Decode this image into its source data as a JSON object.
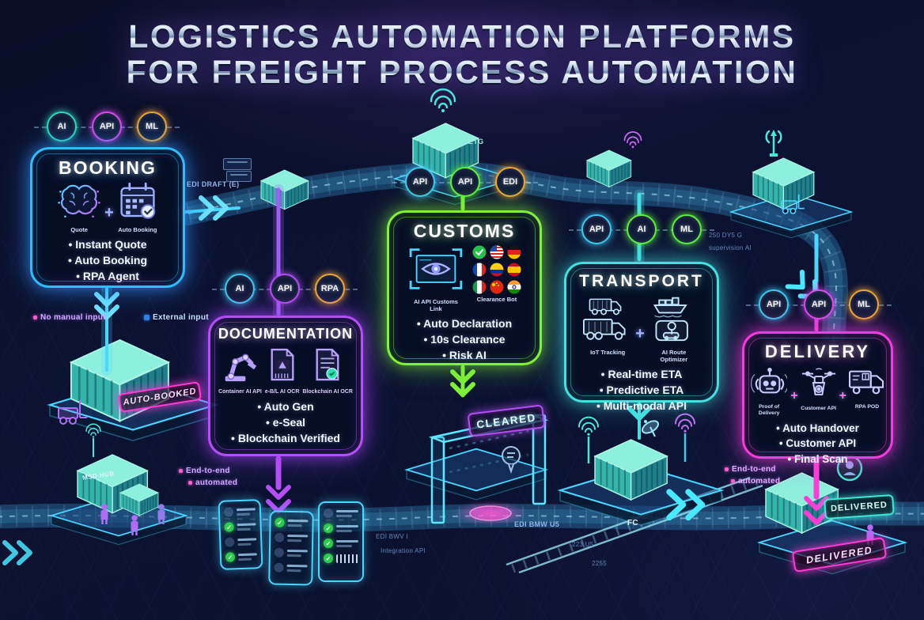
{
  "title": {
    "line1": "LOGISTICS AUTOMATION PLATFORMS",
    "line2": "FOR FREIGHT PROCESS AUTOMATION"
  },
  "glyphs": {
    "plus": "+"
  },
  "stages": [
    {
      "name": "booking",
      "title": "BOOKING",
      "accent": "#33bbf8",
      "badges": [
        {
          "label": "AI",
          "color": "#2ed9c0"
        },
        {
          "label": "API",
          "color": "#d94cf0"
        },
        {
          "label": "ML",
          "color": "#f0a635"
        }
      ],
      "features": [
        {
          "icon": "ai-brain",
          "label": "Quote"
        },
        {
          "icon": "calendar-check",
          "label": "Auto Booking"
        }
      ],
      "bullets": [
        "Instant Quote",
        "Auto Booking",
        "RPA Agent"
      ]
    },
    {
      "name": "documentation",
      "title": "DOCUMENTATION",
      "accent": "#b44ff5",
      "badges": [
        {
          "label": "AI",
          "color": "#3fc9f0"
        },
        {
          "label": "API",
          "color": "#b44ff5"
        },
        {
          "label": "RPA",
          "color": "#f0a635"
        }
      ],
      "features": [
        {
          "icon": "robot-arm",
          "label": "Container AI API"
        },
        {
          "icon": "doc-ebl",
          "label": "e-B/L AI OCR"
        },
        {
          "icon": "doc-seal",
          "label": "Blockchain AI OCR"
        }
      ],
      "bullets": [
        "Auto Gen",
        "e-Seal",
        "Blockchain Verified"
      ]
    },
    {
      "name": "customs",
      "title": "CUSTOMS",
      "accent": "#84f03c",
      "badges": [
        {
          "label": "API",
          "color": "#3fc9f0"
        },
        {
          "label": "API",
          "color": "#5ef03e"
        },
        {
          "label": "EDI",
          "color": "#f0a635"
        }
      ],
      "features": [
        {
          "icon": "eye-scan",
          "label": "AI API Customs Link"
        },
        {
          "icon": "flag-grid",
          "label": "Clearance Bot"
        }
      ],
      "bullets": [
        "Auto Declaration",
        "10s Clearance",
        "Risk AI"
      ]
    },
    {
      "name": "transport",
      "title": "TRANSPORT",
      "accent": "#46e0e0",
      "badges": [
        {
          "label": "API",
          "color": "#3fc9f0"
        },
        {
          "label": "AI",
          "color": "#5ef03e"
        },
        {
          "label": "ML",
          "color": "#5ef03e"
        }
      ],
      "features": [
        {
          "icon": "trucks",
          "label": "IoT Tracking"
        },
        {
          "icon": "ship-route",
          "label": "AI Route Optimizer"
        }
      ],
      "bullets": [
        "Real-time ETA",
        "Predictive ETA",
        "Multi-modal API"
      ]
    },
    {
      "name": "delivery",
      "title": "DELIVERY",
      "accent": "#f23ddb",
      "badges": [
        {
          "label": "API",
          "color": "#3fc9f0"
        },
        {
          "label": "API",
          "color": "#d94cf0"
        },
        {
          "label": "ML",
          "color": "#f0a635"
        }
      ],
      "features": [
        {
          "icon": "pod-robot",
          "label": "Proof of Delivery"
        },
        {
          "icon": "drone",
          "label": "Customer API"
        },
        {
          "icon": "pod-truck",
          "label": "RPA POD"
        }
      ],
      "bullets": [
        "Auto Handover",
        "Customer API",
        "Final Scan"
      ]
    }
  ],
  "labels": {
    "cleared": "CLEARED",
    "delivered": "DELIVERED",
    "delivered_stamp": "DELIVERED",
    "auto_booked": "AUTO-BOOKED",
    "container_brand": "MSD HUB"
  },
  "annotations": [
    {
      "text": "EDI DRAFT (E)"
    },
    {
      "text": "No manual input"
    },
    {
      "text": "External input"
    },
    {
      "text": "End-to-end"
    },
    {
      "text": "automated"
    },
    {
      "text": "End-to-end"
    },
    {
      "text": "automated"
    },
    {
      "text": "EDI BWV I"
    },
    {
      "text": "Integration API"
    },
    {
      "text": "EDI BMW U5"
    },
    {
      "text": "223 U5"
    },
    {
      "text": "2255"
    },
    {
      "text": "250 DY5 G"
    },
    {
      "text": "supervision AI"
    },
    {
      "text": "ETG"
    },
    {
      "text": "FC"
    }
  ]
}
